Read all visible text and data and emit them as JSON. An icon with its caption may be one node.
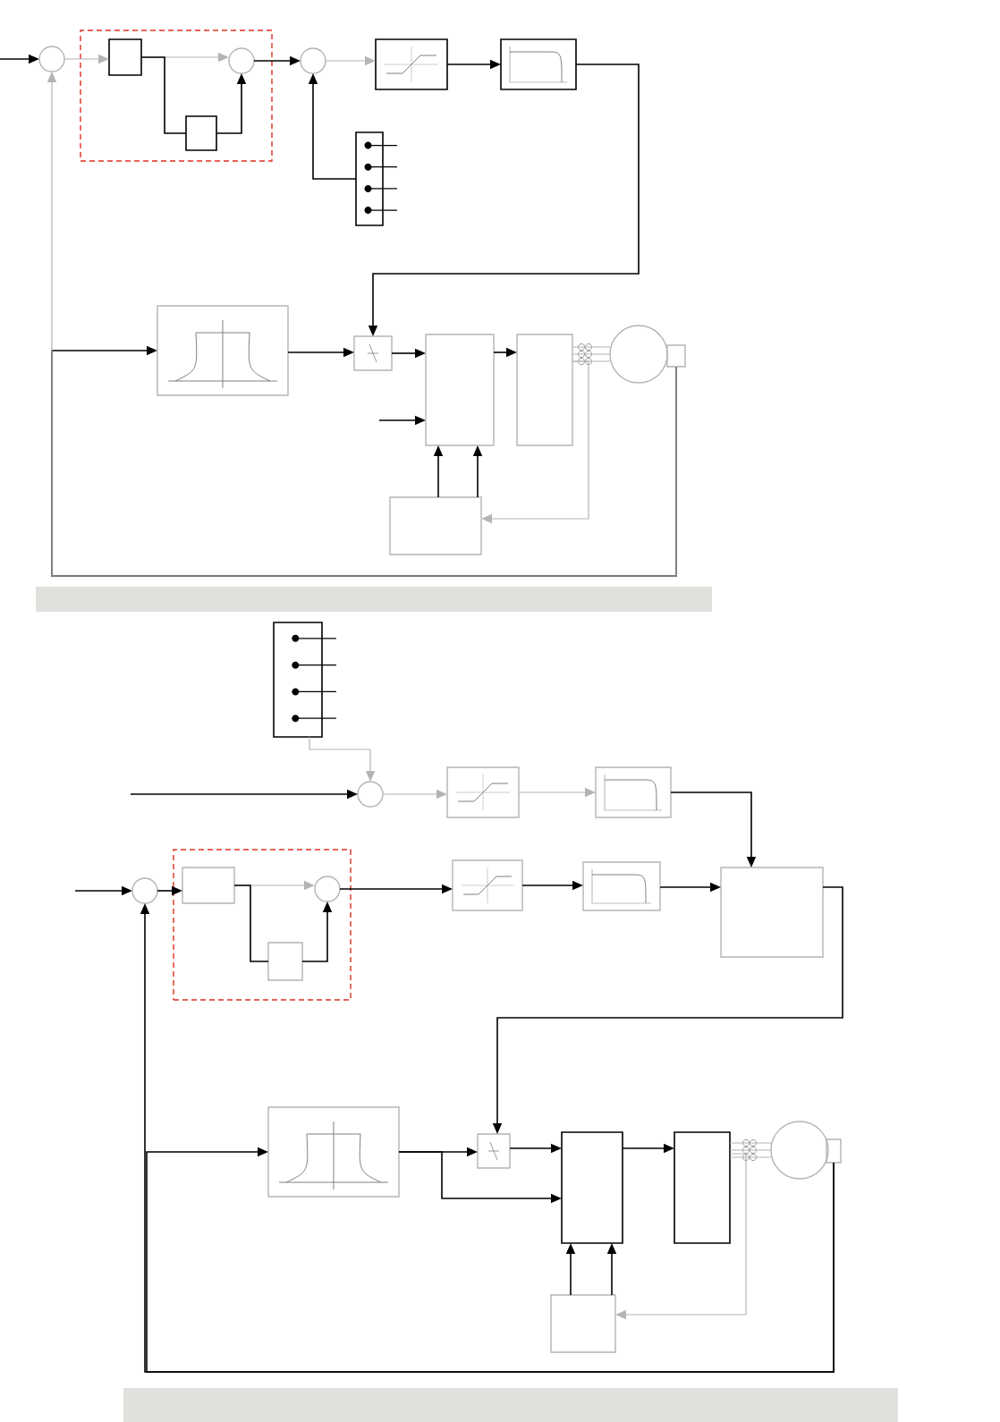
{
  "diagram": {
    "nodes": [
      {
        "text": [],
        "shape": "circle"
      },
      {
        "text": [],
        "shape": "box"
      },
      {
        "text": [],
        "shape": "box",
        "in": 1
      },
      {
        "text": [],
        "shape": "circle",
        "in": 1
      },
      {
        "text": [],
        "shape": "box",
        "in": 1
      },
      {
        "text": [],
        "shape": "circle"
      },
      {
        "text": [],
        "shape": "box"
      },
      {
        "text": [],
        "shape": "box"
      },
      {
        "text": [],
        "shape": "box"
      },
      {
        "text": [],
        "shape": "box"
      },
      {
        "text": [],
        "shape": "box"
      },
      {
        "text": [],
        "shape": "box"
      },
      {
        "text": [],
        "shape": "box"
      },
      {
        "text": [],
        "shape": "circle"
      },
      {
        "text": [],
        "shape": "box"
      },
      {
        "text": [],
        "shape": "box"
      },
      {
        "text": [],
        "shape": "box"
      },
      {
        "text": [],
        "shape": "circle"
      },
      {
        "text": [],
        "shape": "box"
      },
      {
        "text": [],
        "shape": "box"
      },
      {
        "text": [],
        "shape": "circle"
      },
      {
        "text": [],
        "shape": "box"
      },
      {
        "text": [],
        "shape": "box",
        "in": 21
      },
      {
        "text": [],
        "shape": "circle",
        "in": 21
      },
      {
        "text": [],
        "shape": "box",
        "in": 21
      },
      {
        "text": [],
        "shape": "box"
      },
      {
        "text": [],
        "shape": "box"
      },
      {
        "text": [],
        "shape": "box"
      },
      {
        "text": [],
        "shape": "box"
      },
      {
        "text": [],
        "shape": "box"
      },
      {
        "text": [],
        "shape": "box"
      },
      {
        "text": [],
        "shape": "box"
      },
      {
        "text": [],
        "shape": "circle"
      },
      {
        "text": [],
        "shape": "box"
      },
      {
        "text": [],
        "shape": "box"
      },
      {
        "text": [],
        "shape": "bar"
      },
      {
        "text": [],
        "shape": "bar"
      }
    ],
    "edges": [
      {
        "from": null,
        "to": 0,
        "arrow": "to"
      },
      {
        "from": 0,
        "to": 2,
        "arrow": "to",
        "color": "#b4b4b4"
      },
      {
        "from": 2,
        "to": 3,
        "arrow": "to",
        "color": "#b4b4b4"
      },
      {
        "from": 2,
        "to": 4,
        "arrow": "none"
      },
      {
        "from": 4,
        "to": 3,
        "arrow": "to"
      },
      {
        "from": 3,
        "to": 5,
        "arrow": "to"
      },
      {
        "from": 5,
        "to": 6,
        "arrow": "to",
        "color": "#b4b4b4"
      },
      {
        "from": 6,
        "to": 7,
        "arrow": "to"
      },
      {
        "from": 7,
        "to": 10,
        "arrow": "to"
      },
      {
        "from": 8,
        "to": 5,
        "arrow": "to"
      },
      {
        "from": 14,
        "to": 9,
        "arrow": "to"
      },
      {
        "from": 14,
        "to": 0,
        "arrow": "to",
        "color": "#b4b4b4"
      },
      {
        "from": 9,
        "to": 10,
        "arrow": "to"
      },
      {
        "from": 10,
        "to": 11,
        "arrow": "to"
      },
      {
        "from": null,
        "to": 11,
        "arrow": "to"
      },
      {
        "from": 11,
        "to": 12,
        "arrow": "to"
      },
      {
        "from": 12,
        "to": 13,
        "arrow": "none",
        "color": "#b4b4b4"
      },
      {
        "from": 15,
        "to": 11,
        "arrow": "to"
      },
      {
        "from": 15,
        "to": 11,
        "arrow": "to"
      },
      {
        "from": 12,
        "to": 15,
        "arrow": "to",
        "color": "#b4b4b4"
      },
      {
        "from": 16,
        "to": 17,
        "arrow": "to",
        "color": "#b4b4b4"
      },
      {
        "from": null,
        "to": 17,
        "arrow": "to"
      },
      {
        "from": 17,
        "to": 18,
        "arrow": "to",
        "color": "#b4b4b4"
      },
      {
        "from": 18,
        "to": 19,
        "arrow": "to",
        "color": "#b4b4b4"
      },
      {
        "from": 19,
        "to": 27,
        "arrow": "to"
      },
      {
        "from": null,
        "to": 20,
        "arrow": "to"
      },
      {
        "from": 20,
        "to": 22,
        "arrow": "to"
      },
      {
        "from": 22,
        "to": 23,
        "arrow": "to",
        "color": "#b4b4b4"
      },
      {
        "from": 22,
        "to": 24,
        "arrow": "none"
      },
      {
        "from": 24,
        "to": 23,
        "arrow": "to"
      },
      {
        "from": 23,
        "to": 25,
        "arrow": "to"
      },
      {
        "from": 25,
        "to": 26,
        "arrow": "to"
      },
      {
        "from": 26,
        "to": 27,
        "arrow": "to"
      },
      {
        "from": 27,
        "to": 29,
        "arrow": "to"
      },
      {
        "from": 33,
        "to": 28,
        "arrow": "to"
      },
      {
        "from": 33,
        "to": 20,
        "arrow": "to"
      },
      {
        "from": 28,
        "to": 29,
        "arrow": "to"
      },
      {
        "from": 28,
        "to": 30,
        "arrow": "to"
      },
      {
        "from": 29,
        "to": 30,
        "arrow": "to"
      },
      {
        "from": 30,
        "to": 31,
        "arrow": "to"
      },
      {
        "from": 31,
        "to": 32,
        "arrow": "none",
        "color": "#b4b4b4"
      },
      {
        "from": 34,
        "to": 30,
        "arrow": "to"
      },
      {
        "from": 34,
        "to": 30,
        "arrow": "to"
      },
      {
        "from": 31,
        "to": 34,
        "arrow": "to",
        "color": "#b4b4b4"
      }
    ]
  }
}
